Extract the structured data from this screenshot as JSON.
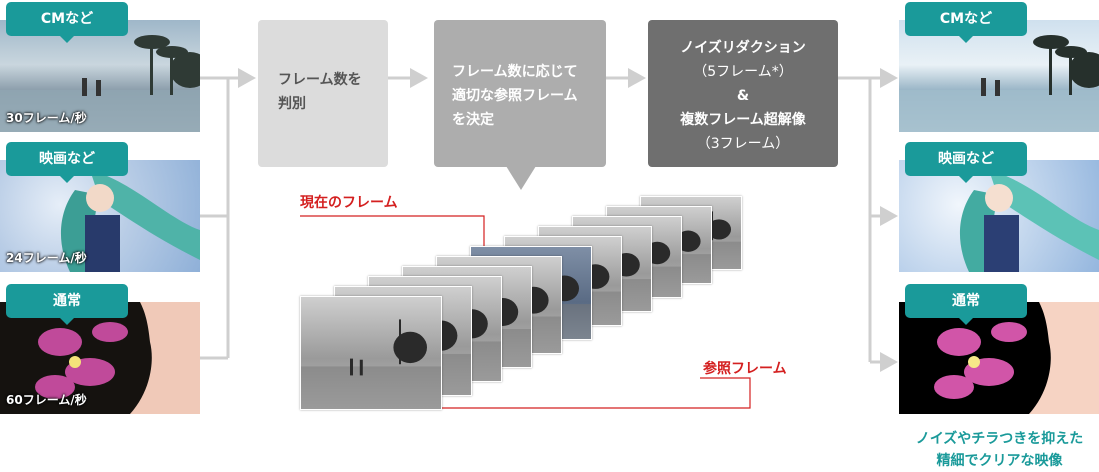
{
  "inputs": [
    {
      "tag": "CMなど",
      "rate": "30フレーム/秒"
    },
    {
      "tag": "映画など",
      "rate": "24フレーム/秒"
    },
    {
      "tag": "通常",
      "rate": "60フレーム/秒"
    }
  ],
  "steps": {
    "step1": {
      "line1": "フレーム数を",
      "line2": "判別"
    },
    "step2": {
      "line1": "フレーム数に応じて",
      "line2": "適切な参照フレーム",
      "line3": "を決定"
    },
    "step3": {
      "line1": "ノイズリダクション",
      "line2": "（5フレーム*）",
      "line3": "&",
      "line4": "複数フレーム超解像",
      "line5": "（3フレーム）"
    }
  },
  "frames_labels": {
    "current": "現在のフレーム",
    "reference": "参照フレーム"
  },
  "outputs": [
    {
      "tag": "CMなど"
    },
    {
      "tag": "映画など"
    },
    {
      "tag": "通常"
    }
  ],
  "result_caption": {
    "line1": "ノイズやチラつきを抑えた",
    "line2": "精細でクリアな映像"
  },
  "colors": {
    "teal": "#1a9a9a",
    "box_light": "#dcdcdc",
    "box_mid": "#adadad",
    "box_dark": "#6f6f6f",
    "arrow": "#cfcfcf",
    "red": "#d42020"
  }
}
